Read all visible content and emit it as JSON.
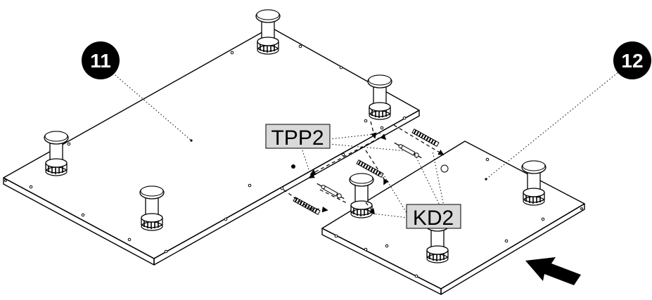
{
  "parts": {
    "panel_left": {
      "badge": "11"
    },
    "panel_right": {
      "badge": "12"
    }
  },
  "hardware": {
    "pin": "TPP2",
    "cam": "KD2"
  }
}
